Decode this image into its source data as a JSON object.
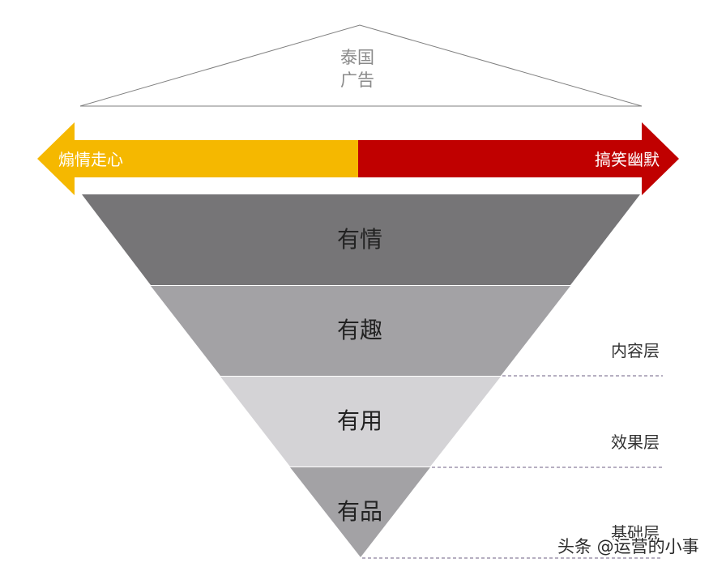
{
  "roof": {
    "line1": "泰国",
    "line2": "广告"
  },
  "arrow": {
    "left_label": "煽情走心",
    "right_label": "搞笑幽默",
    "left_color": "#F5B800",
    "right_color": "#C00000"
  },
  "layers": [
    {
      "label": "有情",
      "color": "#767577"
    },
    {
      "label": "有趣",
      "color": "#A3A2A5"
    },
    {
      "label": "有用",
      "color": "#D4D3D6"
    },
    {
      "label": "有品",
      "color": "#A3A2A5"
    }
  ],
  "side_labels": [
    {
      "label": "内容层"
    },
    {
      "label": "效果层"
    },
    {
      "label": "基础层"
    }
  ],
  "watermark": "头条 @运营的小事"
}
